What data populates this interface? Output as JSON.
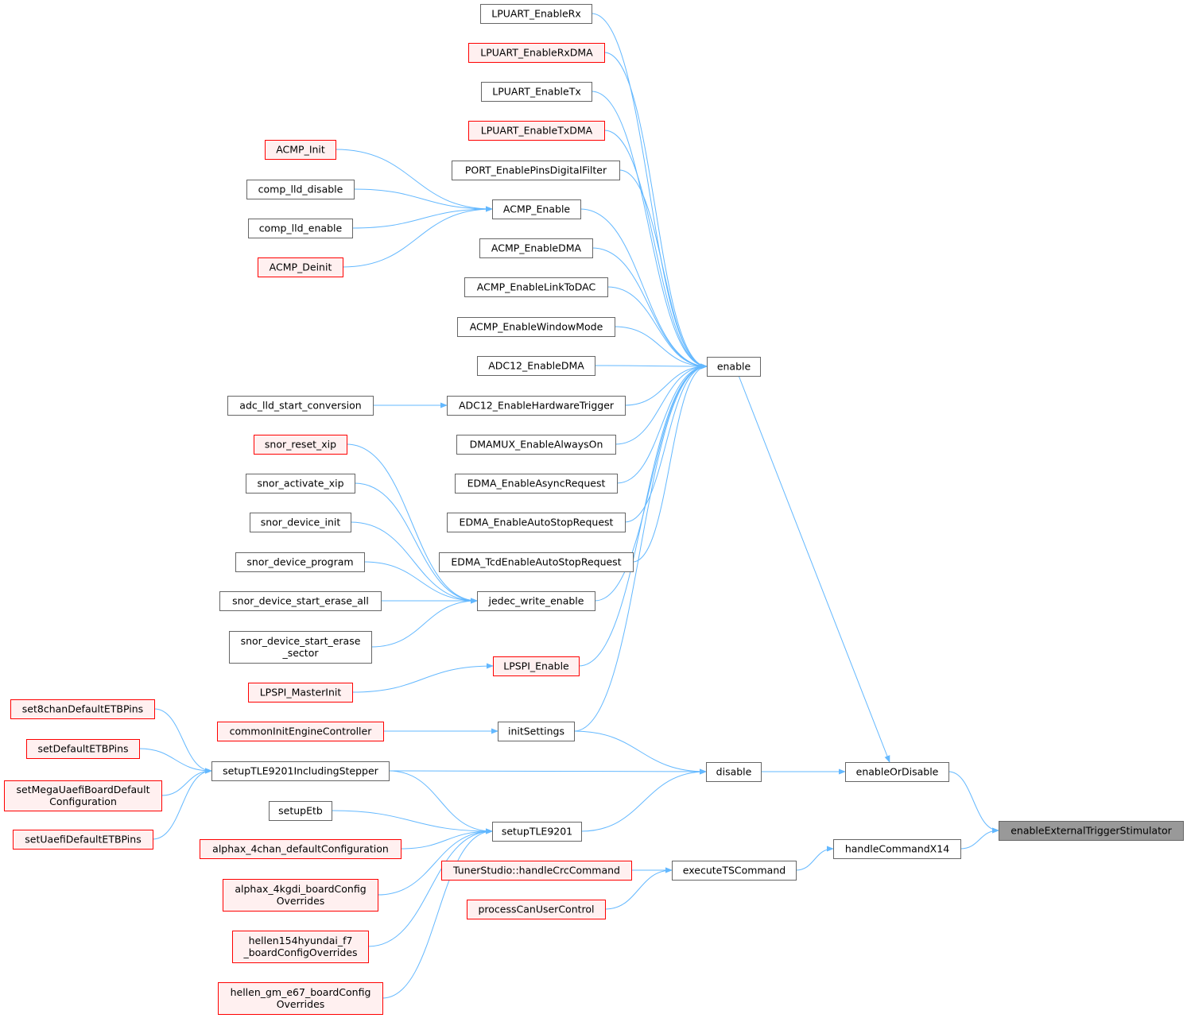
{
  "colors": {
    "edge": "#63b8ff",
    "red_border": "#ff0000",
    "red_fill": "#fff0f0",
    "root_fill": "#999999",
    "normal_border": "#666666"
  },
  "nodes": [
    {
      "lines": [
        "enableExternalTriggerStimulator"
      ],
      "style": "root"
    },
    {
      "lines": [
        "enableOrDisable"
      ],
      "style": "normal"
    },
    {
      "lines": [
        "handleCommandX14"
      ],
      "style": "normal"
    },
    {
      "lines": [
        "enable"
      ],
      "style": "normal"
    },
    {
      "lines": [
        "disable"
      ],
      "style": "normal"
    },
    {
      "lines": [
        "executeTSCommand"
      ],
      "style": "normal"
    },
    {
      "lines": [
        "LPUART_EnableRx"
      ],
      "style": "normal"
    },
    {
      "lines": [
        "LPUART_EnableRxDMA"
      ],
      "style": "red"
    },
    {
      "lines": [
        "LPUART_EnableTx"
      ],
      "style": "normal"
    },
    {
      "lines": [
        "LPUART_EnableTxDMA"
      ],
      "style": "red"
    },
    {
      "lines": [
        "PORT_EnablePinsDigitalFilter"
      ],
      "style": "normal"
    },
    {
      "lines": [
        "ACMP_Enable"
      ],
      "style": "normal"
    },
    {
      "lines": [
        "ACMP_EnableDMA"
      ],
      "style": "normal"
    },
    {
      "lines": [
        "ACMP_EnableLinkToDAC"
      ],
      "style": "normal"
    },
    {
      "lines": [
        "ACMP_EnableWindowMode"
      ],
      "style": "normal"
    },
    {
      "lines": [
        "ADC12_EnableDMA"
      ],
      "style": "normal"
    },
    {
      "lines": [
        "ADC12_EnableHardwareTrigger"
      ],
      "style": "normal"
    },
    {
      "lines": [
        "DMAMUX_EnableAlwaysOn"
      ],
      "style": "normal"
    },
    {
      "lines": [
        "EDMA_EnableAsyncRequest"
      ],
      "style": "normal"
    },
    {
      "lines": [
        "EDMA_EnableAutoStopRequest"
      ],
      "style": "normal"
    },
    {
      "lines": [
        "EDMA_TcdEnableAutoStopRequest"
      ],
      "style": "normal"
    },
    {
      "lines": [
        "jedec_write_enable"
      ],
      "style": "normal"
    },
    {
      "lines": [
        "LPSPI_Enable"
      ],
      "style": "red"
    },
    {
      "lines": [
        "initSettings"
      ],
      "style": "normal"
    },
    {
      "lines": [
        "setupTLE9201"
      ],
      "style": "normal"
    },
    {
      "lines": [
        "TunerStudio::handleCrcCommand"
      ],
      "style": "red"
    },
    {
      "lines": [
        "processCanUserControl"
      ],
      "style": "red"
    },
    {
      "lines": [
        "ACMP_Init"
      ],
      "style": "red"
    },
    {
      "lines": [
        "comp_lld_disable"
      ],
      "style": "normal"
    },
    {
      "lines": [
        "comp_lld_enable"
      ],
      "style": "normal"
    },
    {
      "lines": [
        "ACMP_Deinit"
      ],
      "style": "red"
    },
    {
      "lines": [
        "adc_lld_start_conversion"
      ],
      "style": "normal"
    },
    {
      "lines": [
        "snor_reset_xip"
      ],
      "style": "red"
    },
    {
      "lines": [
        "snor_activate_xip"
      ],
      "style": "normal"
    },
    {
      "lines": [
        "snor_device_init"
      ],
      "style": "normal"
    },
    {
      "lines": [
        "snor_device_program"
      ],
      "style": "normal"
    },
    {
      "lines": [
        "snor_device_start_erase_all"
      ],
      "style": "normal"
    },
    {
      "lines": [
        "snor_device_start_erase",
        "_sector"
      ],
      "style": "normal"
    },
    {
      "lines": [
        "LPSPI_MasterInit"
      ],
      "style": "red"
    },
    {
      "lines": [
        "commonInitEngineController"
      ],
      "style": "red"
    },
    {
      "lines": [
        "setupTLE9201IncludingStepper"
      ],
      "style": "normal"
    },
    {
      "lines": [
        "setupEtb"
      ],
      "style": "normal"
    },
    {
      "lines": [
        "alphax_4chan_defaultConfiguration"
      ],
      "style": "red"
    },
    {
      "lines": [
        "alphax_4kgdi_boardConfig",
        "Overrides"
      ],
      "style": "red"
    },
    {
      "lines": [
        "hellen154hyundai_f7",
        "_boardConfigOverrides"
      ],
      "style": "red"
    },
    {
      "lines": [
        "hellen_gm_e67_boardConfig",
        "Overrides"
      ],
      "style": "red"
    },
    {
      "lines": [
        "set8chanDefaultETBPins"
      ],
      "style": "red"
    },
    {
      "lines": [
        "setDefaultETBPins"
      ],
      "style": "red"
    },
    {
      "lines": [
        "setMegaUaefiBoardDefault",
        "Configuration"
      ],
      "style": "red"
    },
    {
      "lines": [
        "setUaefiDefaultETBPins"
      ],
      "style": "red"
    }
  ],
  "edges": [
    [
      1,
      0
    ],
    [
      2,
      0
    ],
    [
      3,
      1,
      1
    ],
    [
      4,
      1
    ],
    [
      5,
      2
    ],
    [
      6,
      3
    ],
    [
      7,
      3
    ],
    [
      8,
      3
    ],
    [
      9,
      3
    ],
    [
      10,
      3
    ],
    [
      11,
      3
    ],
    [
      12,
      3
    ],
    [
      13,
      3
    ],
    [
      14,
      3
    ],
    [
      15,
      3
    ],
    [
      16,
      3
    ],
    [
      17,
      3
    ],
    [
      18,
      3
    ],
    [
      19,
      3
    ],
    [
      20,
      3
    ],
    [
      21,
      3
    ],
    [
      22,
      3
    ],
    [
      23,
      3
    ],
    [
      23,
      4
    ],
    [
      40,
      4
    ],
    [
      24,
      4
    ],
    [
      40,
      24
    ],
    [
      25,
      5
    ],
    [
      26,
      5
    ],
    [
      27,
      11
    ],
    [
      28,
      11
    ],
    [
      29,
      11
    ],
    [
      30,
      11
    ],
    [
      31,
      16
    ],
    [
      32,
      21
    ],
    [
      33,
      21
    ],
    [
      34,
      21
    ],
    [
      35,
      21
    ],
    [
      36,
      21
    ],
    [
      37,
      21
    ],
    [
      38,
      22
    ],
    [
      39,
      23
    ],
    [
      41,
      24
    ],
    [
      42,
      24
    ],
    [
      43,
      24
    ],
    [
      44,
      24
    ],
    [
      45,
      24
    ],
    [
      46,
      40
    ],
    [
      47,
      40
    ],
    [
      48,
      40
    ],
    [
      49,
      40
    ]
  ]
}
